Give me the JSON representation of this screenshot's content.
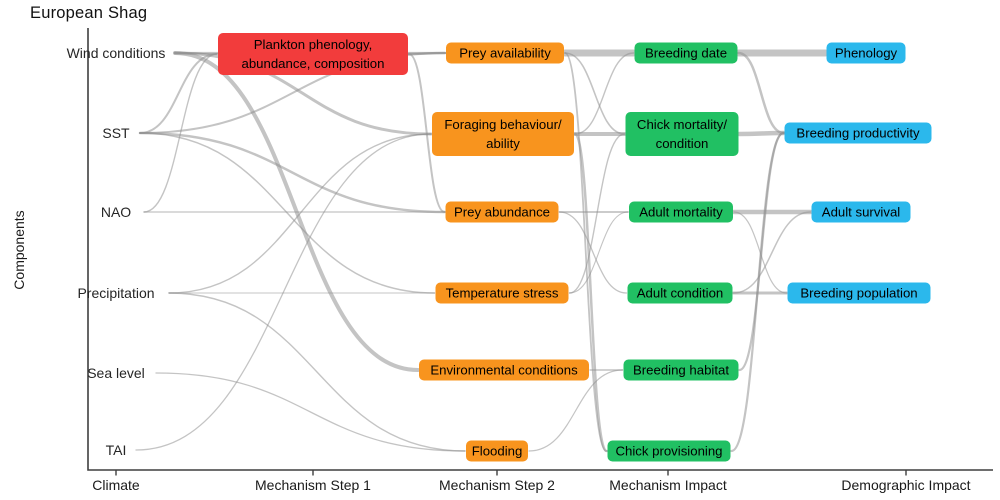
{
  "title": "European Shag",
  "y_axis_label": "Components",
  "x_axis_labels": [
    "Climate",
    "Mechanism Step 1",
    "Mechanism Step 2",
    "Mechanism Impact",
    "Demographic Impact"
  ],
  "colors": {
    "step1": "#f23c3c",
    "step2": "#f8941e",
    "impact": "#21c063",
    "demographic": "#2bb8ec",
    "link": "#8e8e8e",
    "axis": "#3f3f3f",
    "box_text": "#000000",
    "climate_text": "#262626"
  },
  "nodes": [
    {
      "id": "wind",
      "group": "climate",
      "lines": [
        "Wind conditions"
      ]
    },
    {
      "id": "sst",
      "group": "climate",
      "lines": [
        "SST"
      ]
    },
    {
      "id": "nao",
      "group": "climate",
      "lines": [
        "NAO"
      ]
    },
    {
      "id": "precip",
      "group": "climate",
      "lines": [
        "Precipitation"
      ]
    },
    {
      "id": "sea",
      "group": "climate",
      "lines": [
        "Sea level"
      ]
    },
    {
      "id": "tai",
      "group": "climate",
      "lines": [
        "TAI"
      ]
    },
    {
      "id": "plankton",
      "group": "step1",
      "lines": [
        "Plankton phenology,",
        "abundance, composition"
      ]
    },
    {
      "id": "prey_avail",
      "group": "step2",
      "lines": [
        "Prey availability"
      ]
    },
    {
      "id": "foraging",
      "group": "step2",
      "lines": [
        "Foraging behaviour/",
        "ability"
      ]
    },
    {
      "id": "prey_abund",
      "group": "step2",
      "lines": [
        "Prey abundance"
      ]
    },
    {
      "id": "temp_stress",
      "group": "step2",
      "lines": [
        "Temperature stress"
      ]
    },
    {
      "id": "env_cond",
      "group": "step2",
      "lines": [
        "Environmental conditions"
      ]
    },
    {
      "id": "flooding",
      "group": "step2",
      "lines": [
        "Flooding"
      ]
    },
    {
      "id": "breeding_date",
      "group": "impact",
      "lines": [
        "Breeding date"
      ]
    },
    {
      "id": "chick_mort",
      "group": "impact",
      "lines": [
        "Chick mortality/",
        "condition"
      ]
    },
    {
      "id": "adult_mort",
      "group": "impact",
      "lines": [
        "Adult mortality"
      ]
    },
    {
      "id": "adult_cond",
      "group": "impact",
      "lines": [
        "Adult condition"
      ]
    },
    {
      "id": "breeding_hab",
      "group": "impact",
      "lines": [
        "Breeding habitat"
      ]
    },
    {
      "id": "chick_prov",
      "group": "impact",
      "lines": [
        "Chick provisioning"
      ]
    },
    {
      "id": "phenology",
      "group": "demographic",
      "lines": [
        "Phenology"
      ]
    },
    {
      "id": "breeding_prod",
      "group": "demographic",
      "lines": [
        "Breeding productivity"
      ]
    },
    {
      "id": "adult_surv",
      "group": "demographic",
      "lines": [
        "Adult survival"
      ]
    },
    {
      "id": "breeding_pop",
      "group": "demographic",
      "lines": [
        "Breeding population"
      ]
    }
  ],
  "edges": [
    {
      "from": "wind",
      "to": "plankton",
      "weight": 1.6
    },
    {
      "from": "wind",
      "to": "prey_avail",
      "weight": 2.2
    },
    {
      "from": "wind",
      "to": "foraging",
      "weight": 3
    },
    {
      "from": "wind",
      "to": "env_cond",
      "weight": 4
    },
    {
      "from": "sst",
      "to": "plankton",
      "weight": 2
    },
    {
      "from": "sst",
      "to": "prey_avail",
      "weight": 2
    },
    {
      "from": "sst",
      "to": "prey_abund",
      "weight": 2.5
    },
    {
      "from": "sst",
      "to": "temp_stress",
      "weight": 1.5
    },
    {
      "from": "nao",
      "to": "plankton",
      "weight": 1.4
    },
    {
      "from": "nao",
      "to": "prey_abund",
      "weight": 1.2
    },
    {
      "from": "precip",
      "to": "foraging",
      "weight": 1.4
    },
    {
      "from": "precip",
      "to": "temp_stress",
      "weight": 1.1
    },
    {
      "from": "precip",
      "to": "flooding",
      "weight": 1.4
    },
    {
      "from": "sea",
      "to": "flooding",
      "weight": 1.3
    },
    {
      "from": "tai",
      "to": "foraging",
      "weight": 1.3
    },
    {
      "from": "plankton",
      "to": "prey_avail",
      "weight": 2.5
    },
    {
      "from": "plankton",
      "to": "prey_abund",
      "weight": 2
    },
    {
      "from": "prey_avail",
      "to": "breeding_date",
      "weight": 7
    },
    {
      "from": "prey_avail",
      "to": "chick_mort",
      "weight": 1.6
    },
    {
      "from": "prey_avail",
      "to": "chick_prov",
      "weight": 1.8
    },
    {
      "from": "foraging",
      "to": "breeding_date",
      "weight": 1.4
    },
    {
      "from": "foraging",
      "to": "chick_mort",
      "weight": 4
    },
    {
      "from": "foraging",
      "to": "chick_prov",
      "weight": 2.5
    },
    {
      "from": "prey_abund",
      "to": "adult_mort",
      "weight": 1.8
    },
    {
      "from": "prey_abund",
      "to": "adult_cond",
      "weight": 1.3
    },
    {
      "from": "temp_stress",
      "to": "chick_mort",
      "weight": 1.4
    },
    {
      "from": "temp_stress",
      "to": "adult_mort",
      "weight": 1.1
    },
    {
      "from": "env_cond",
      "to": "breeding_hab",
      "weight": 1.4
    },
    {
      "from": "flooding",
      "to": "breeding_hab",
      "weight": 1.2
    },
    {
      "from": "breeding_date",
      "to": "phenology",
      "weight": 7
    },
    {
      "from": "breeding_date",
      "to": "breeding_prod",
      "weight": 2.5
    },
    {
      "from": "chick_mort",
      "to": "breeding_prod",
      "weight": 4.5
    },
    {
      "from": "adult_mort",
      "to": "adult_surv",
      "weight": 4.5
    },
    {
      "from": "adult_mort",
      "to": "breeding_pop",
      "weight": 1.2
    },
    {
      "from": "adult_cond",
      "to": "adult_surv",
      "weight": 1.5
    },
    {
      "from": "adult_cond",
      "to": "breeding_pop",
      "weight": 3
    },
    {
      "from": "breeding_hab",
      "to": "breeding_prod",
      "weight": 2.2
    },
    {
      "from": "chick_prov",
      "to": "breeding_prod",
      "weight": 2.2
    }
  ]
}
